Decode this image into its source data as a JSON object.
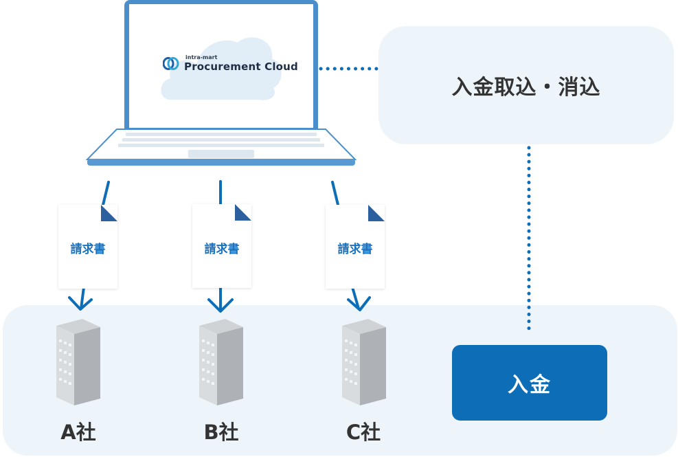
{
  "laptop": {
    "logo_small": "intra-mart",
    "logo_main": "Procurement Cloud"
  },
  "process": {
    "label": "入金取込・消込"
  },
  "payment": {
    "label": "入金"
  },
  "documents": [
    {
      "label": "請求書"
    },
    {
      "label": "請求書"
    },
    {
      "label": "請求書"
    }
  ],
  "companies": [
    {
      "label": "A社"
    },
    {
      "label": "B社"
    },
    {
      "label": "C社"
    }
  ],
  "colors": {
    "accent": "#0d6db6",
    "panel": "#eef5fa",
    "doc_text": "#1a73c0",
    "building": "#b5b9bd",
    "laptop": "#4a8fcc"
  }
}
